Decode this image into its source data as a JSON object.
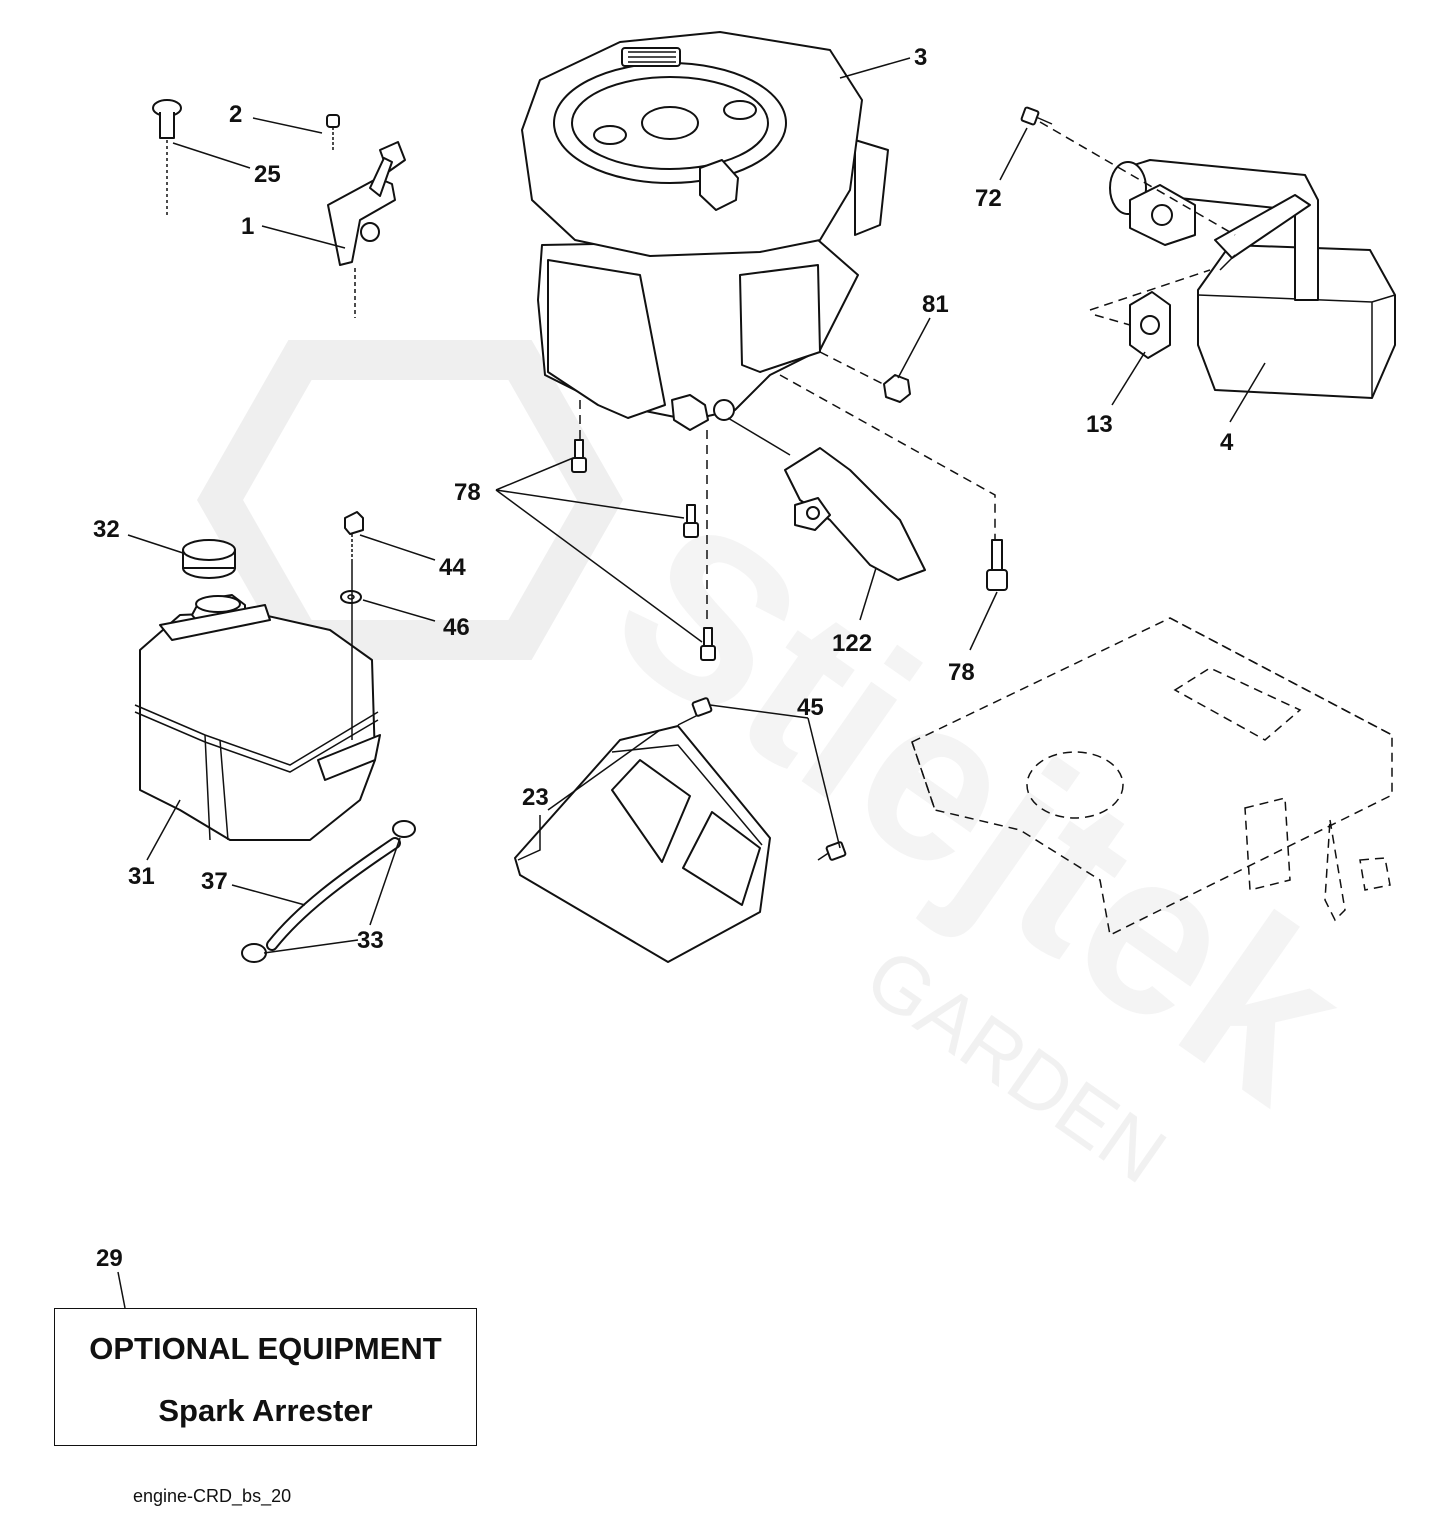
{
  "watermark": {
    "brand": "Stiejtek",
    "sub": "GARDEN"
  },
  "callouts": {
    "c1": "1",
    "c2": "2",
    "c3": "3",
    "c4": "4",
    "c13": "13",
    "c23": "23",
    "c25": "25",
    "c29": "29",
    "c31": "31",
    "c32": "32",
    "c33": "33",
    "c37": "37",
    "c44": "44",
    "c45": "45",
    "c46": "46",
    "c72": "72",
    "c78a": "78",
    "c78b": "78",
    "c81": "81",
    "c122": "122"
  },
  "optional_box": {
    "title": "OPTIONAL EQUIPMENT",
    "subtitle": "Spark Arrester"
  },
  "caption": "engine-CRD_bs_20"
}
